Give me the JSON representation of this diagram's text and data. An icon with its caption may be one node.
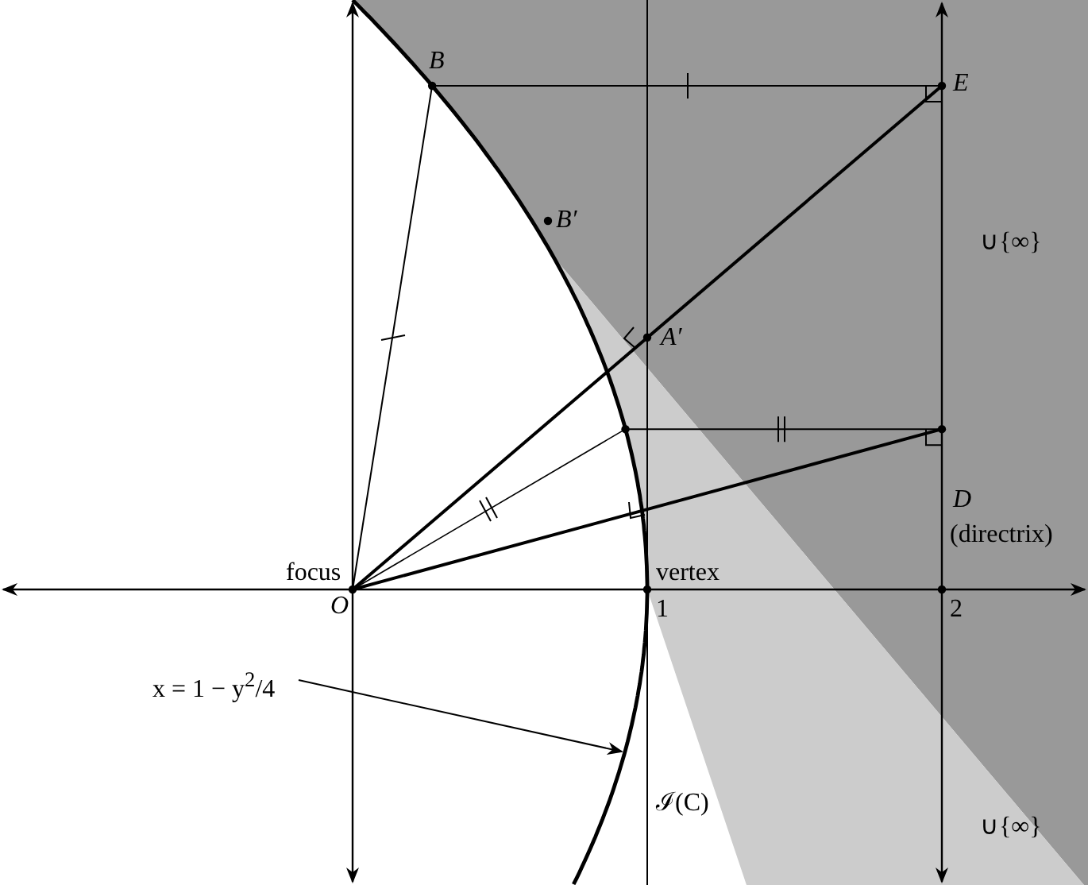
{
  "diagram": {
    "nodes": [
      {
        "text": [
          "x = 1 − y$^{2}$/4"
        ]
      },
      {
        "text": [],
        "shape": "curve"
      }
    ],
    "edges": [
      {
        "from": 0,
        "to": 1,
        "arrow": "to"
      }
    ],
    "labels": [
      "B",
      "E",
      "B′",
      "∪{∞}",
      "A′",
      "D",
      "(directrix)",
      "focus",
      "vertex",
      "O",
      "1",
      "2",
      "ℐ(C)",
      "∪{∞}"
    ]
  }
}
